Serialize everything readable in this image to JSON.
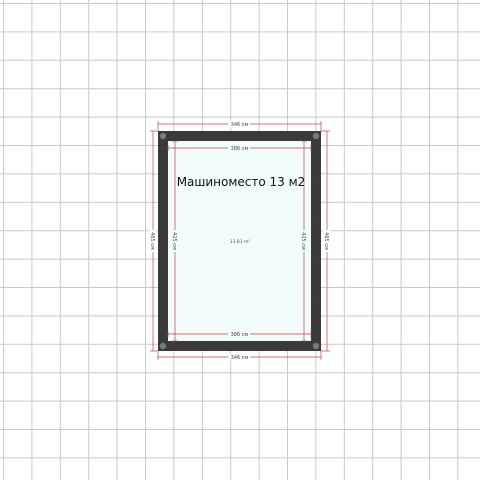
{
  "room": {
    "name": "Машиноместо 13 м2",
    "area": "13.81 m²"
  },
  "dimensions": {
    "outer_top": "346 см",
    "inner_top": "386 см",
    "inner_bottom": "386 см",
    "outer_bottom": "346 см",
    "outer_left": "465 см",
    "inner_left": "425 см",
    "inner_right": "425 см",
    "outer_right": "465 см"
  },
  "colors": {
    "grid": "#c9c9c9",
    "wall": "#3a3a3a",
    "floor": "#f2fcfd",
    "dimension_line": "#c0404a"
  }
}
